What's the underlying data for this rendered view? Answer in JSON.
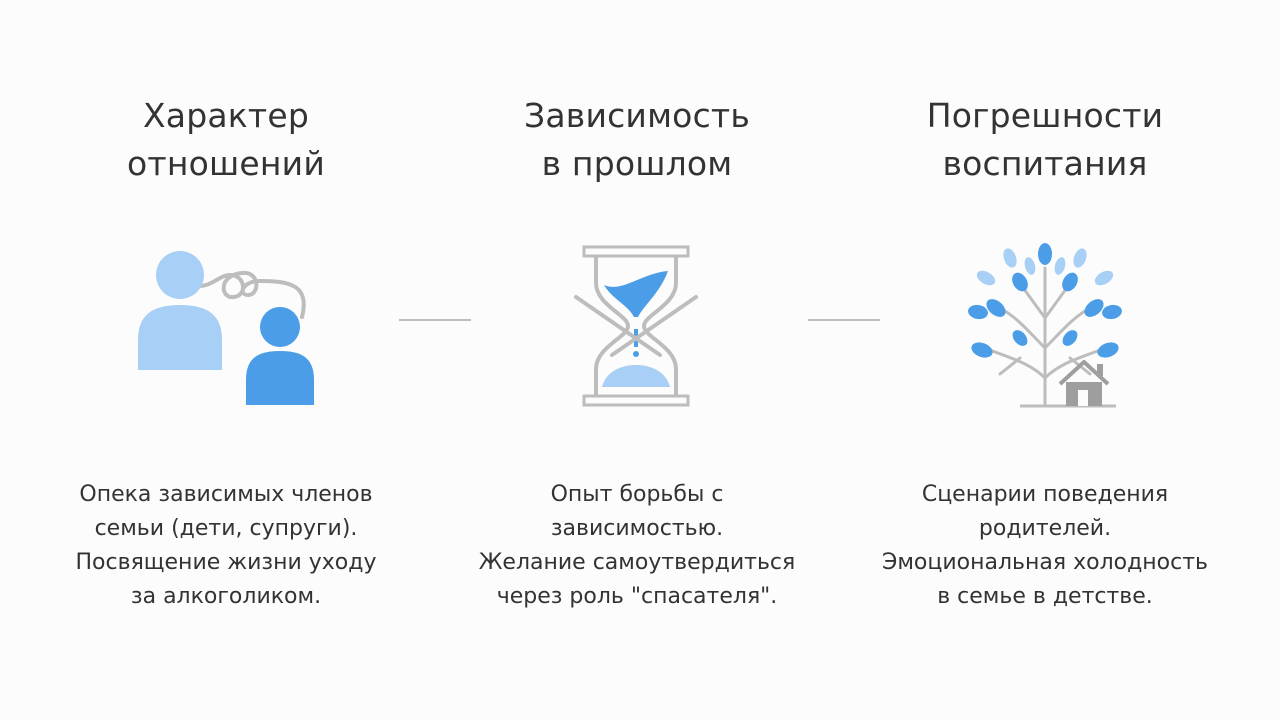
{
  "columns": [
    {
      "title_lines": [
        "Характер",
        "отношений"
      ],
      "description_lines": [
        "Опека зависимых членов",
        "семьи (дети, супруги).",
        "Посвящение жизни уходу",
        "за алкоголиком."
      ],
      "icon": "people-knot-icon"
    },
    {
      "title_lines": [
        "Зависимость",
        "в прошлом"
      ],
      "description_lines": [
        "Опыт борьбы с",
        "зависимостью.",
        "Желание самоутвердиться",
        "через роль \"спасателя\"."
      ],
      "icon": "crossed-hourglass-icon"
    },
    {
      "title_lines": [
        "Погрешности",
        "воспитания"
      ],
      "description_lines": [
        "Сценарии поведения",
        "родителей.",
        "Эмоциональная холодность",
        "в семье в детстве."
      ],
      "icon": "family-tree-house-icon"
    }
  ],
  "colors": {
    "text": "#333333",
    "light_blue": "#a8cff5",
    "blue": "#4a9de6",
    "gray": "#bdbdbd"
  }
}
